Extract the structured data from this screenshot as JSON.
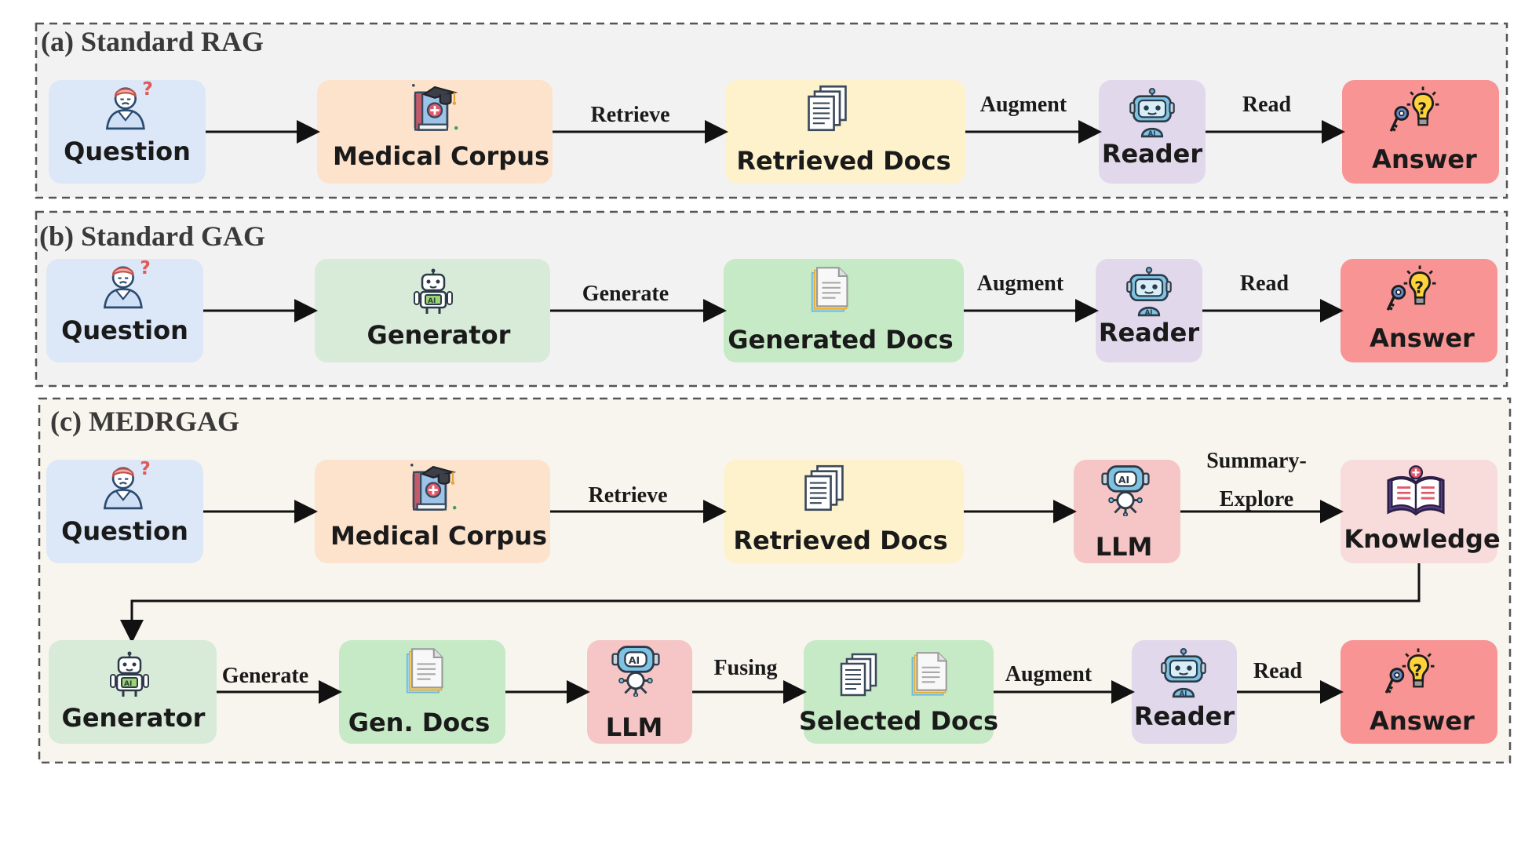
{
  "panels": {
    "a": {
      "title": "(a) Standard RAG"
    },
    "b": {
      "title": "(b) Standard GAG"
    },
    "c": {
      "title": "(c) MEDRGAG"
    }
  },
  "nodes": {
    "question": "Question",
    "medical_corpus": "Medical Corpus",
    "retrieved_docs": "Retrieved Docs",
    "reader": "Reader",
    "answer": "Answer",
    "generator": "Generator",
    "generated_docs": "Generated Docs",
    "llm": "LLM",
    "knowledge": "Knowledge",
    "gen_docs": "Gen. Docs",
    "selected_docs": "Selected Docs"
  },
  "edges": {
    "retrieve": "Retrieve",
    "augment": "Augment",
    "read": "Read",
    "generate": "Generate",
    "summary_explore_1": "Summary-",
    "summary_explore_2": "Explore",
    "fusing": "Fusing"
  },
  "icon_text": {
    "ai": "AI"
  },
  "colors": {
    "question": "#dce8f8",
    "corpus": "#fde3cc",
    "retrieved": "#fdf2cc",
    "reader": "#e2d8ec",
    "answer": "#f99494",
    "generator": "#d8ead8",
    "generated": "#c6eac6",
    "llm": "#f6c6c6",
    "knowledge": "#f8dcdc",
    "panel_bg_ab": "#f2f2f2",
    "panel_bg_c": "#f8f5ee"
  },
  "icons": [
    "question-person-icon",
    "medical-book-icon",
    "document-stack-icon",
    "reader-robot-icon",
    "answer-key-bulb-icon",
    "generator-robot-icon",
    "generated-doc-icon",
    "llm-head-icon",
    "open-book-icon"
  ]
}
